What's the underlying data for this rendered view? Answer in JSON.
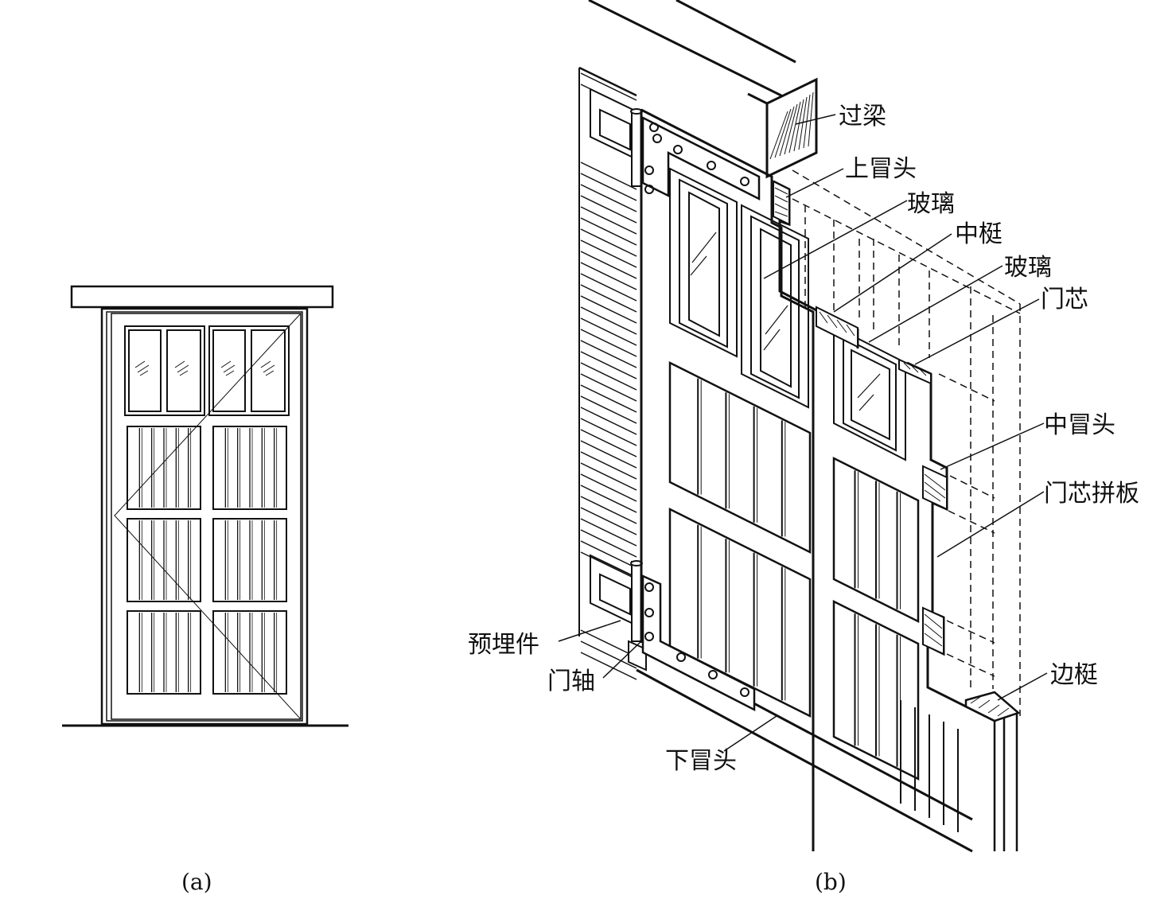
{
  "captions": {
    "a": "(a)",
    "b": "(b)"
  },
  "labels": {
    "lintel": "过梁",
    "top_rail": "上冒头",
    "glass_1": "玻璃",
    "mullion": "中梃",
    "glass_2": "玻璃",
    "door_panel": "门芯",
    "middle_rail": "中冒头",
    "panel_boards": "门芯拼板",
    "stile": "边梃",
    "embedded_part": "预埋件",
    "door_pivot": "门轴",
    "bottom_rail": "下冒头"
  },
  "colors": {
    "line": "#111111",
    "hatch": "#111111",
    "background": "#ffffff"
  }
}
